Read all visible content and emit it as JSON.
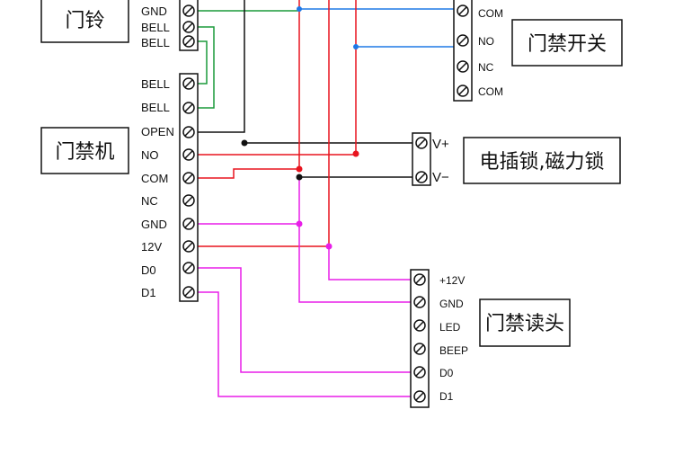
{
  "blocks": {
    "doorbell": {
      "title": "门铃",
      "pins": [
        "GND",
        "BELL",
        "BELL"
      ]
    },
    "controller": {
      "title": "门禁机",
      "pins": [
        "BELL",
        "BELL",
        "OPEN",
        "NO",
        "COM",
        "NC",
        "GND",
        "12V",
        "D0",
        "D1"
      ]
    },
    "exit_switch": {
      "title": "门禁开关",
      "pins": [
        "COM",
        "NO",
        "NC",
        "COM"
      ]
    },
    "lock": {
      "title": "电插锁,磁力锁",
      "pins": [
        "V+",
        "V−"
      ]
    },
    "reader": {
      "title": "门禁读头",
      "pins": [
        "+12V",
        "GND",
        "LED",
        "BEEP",
        "D0",
        "D1"
      ]
    }
  },
  "colors": {
    "black_wire": "#111111",
    "blue_wire": "#1e78e6",
    "red_wire": "#e8141e",
    "green_wire": "#1a9a3a",
    "magenta_wire": "#e81ee8"
  }
}
